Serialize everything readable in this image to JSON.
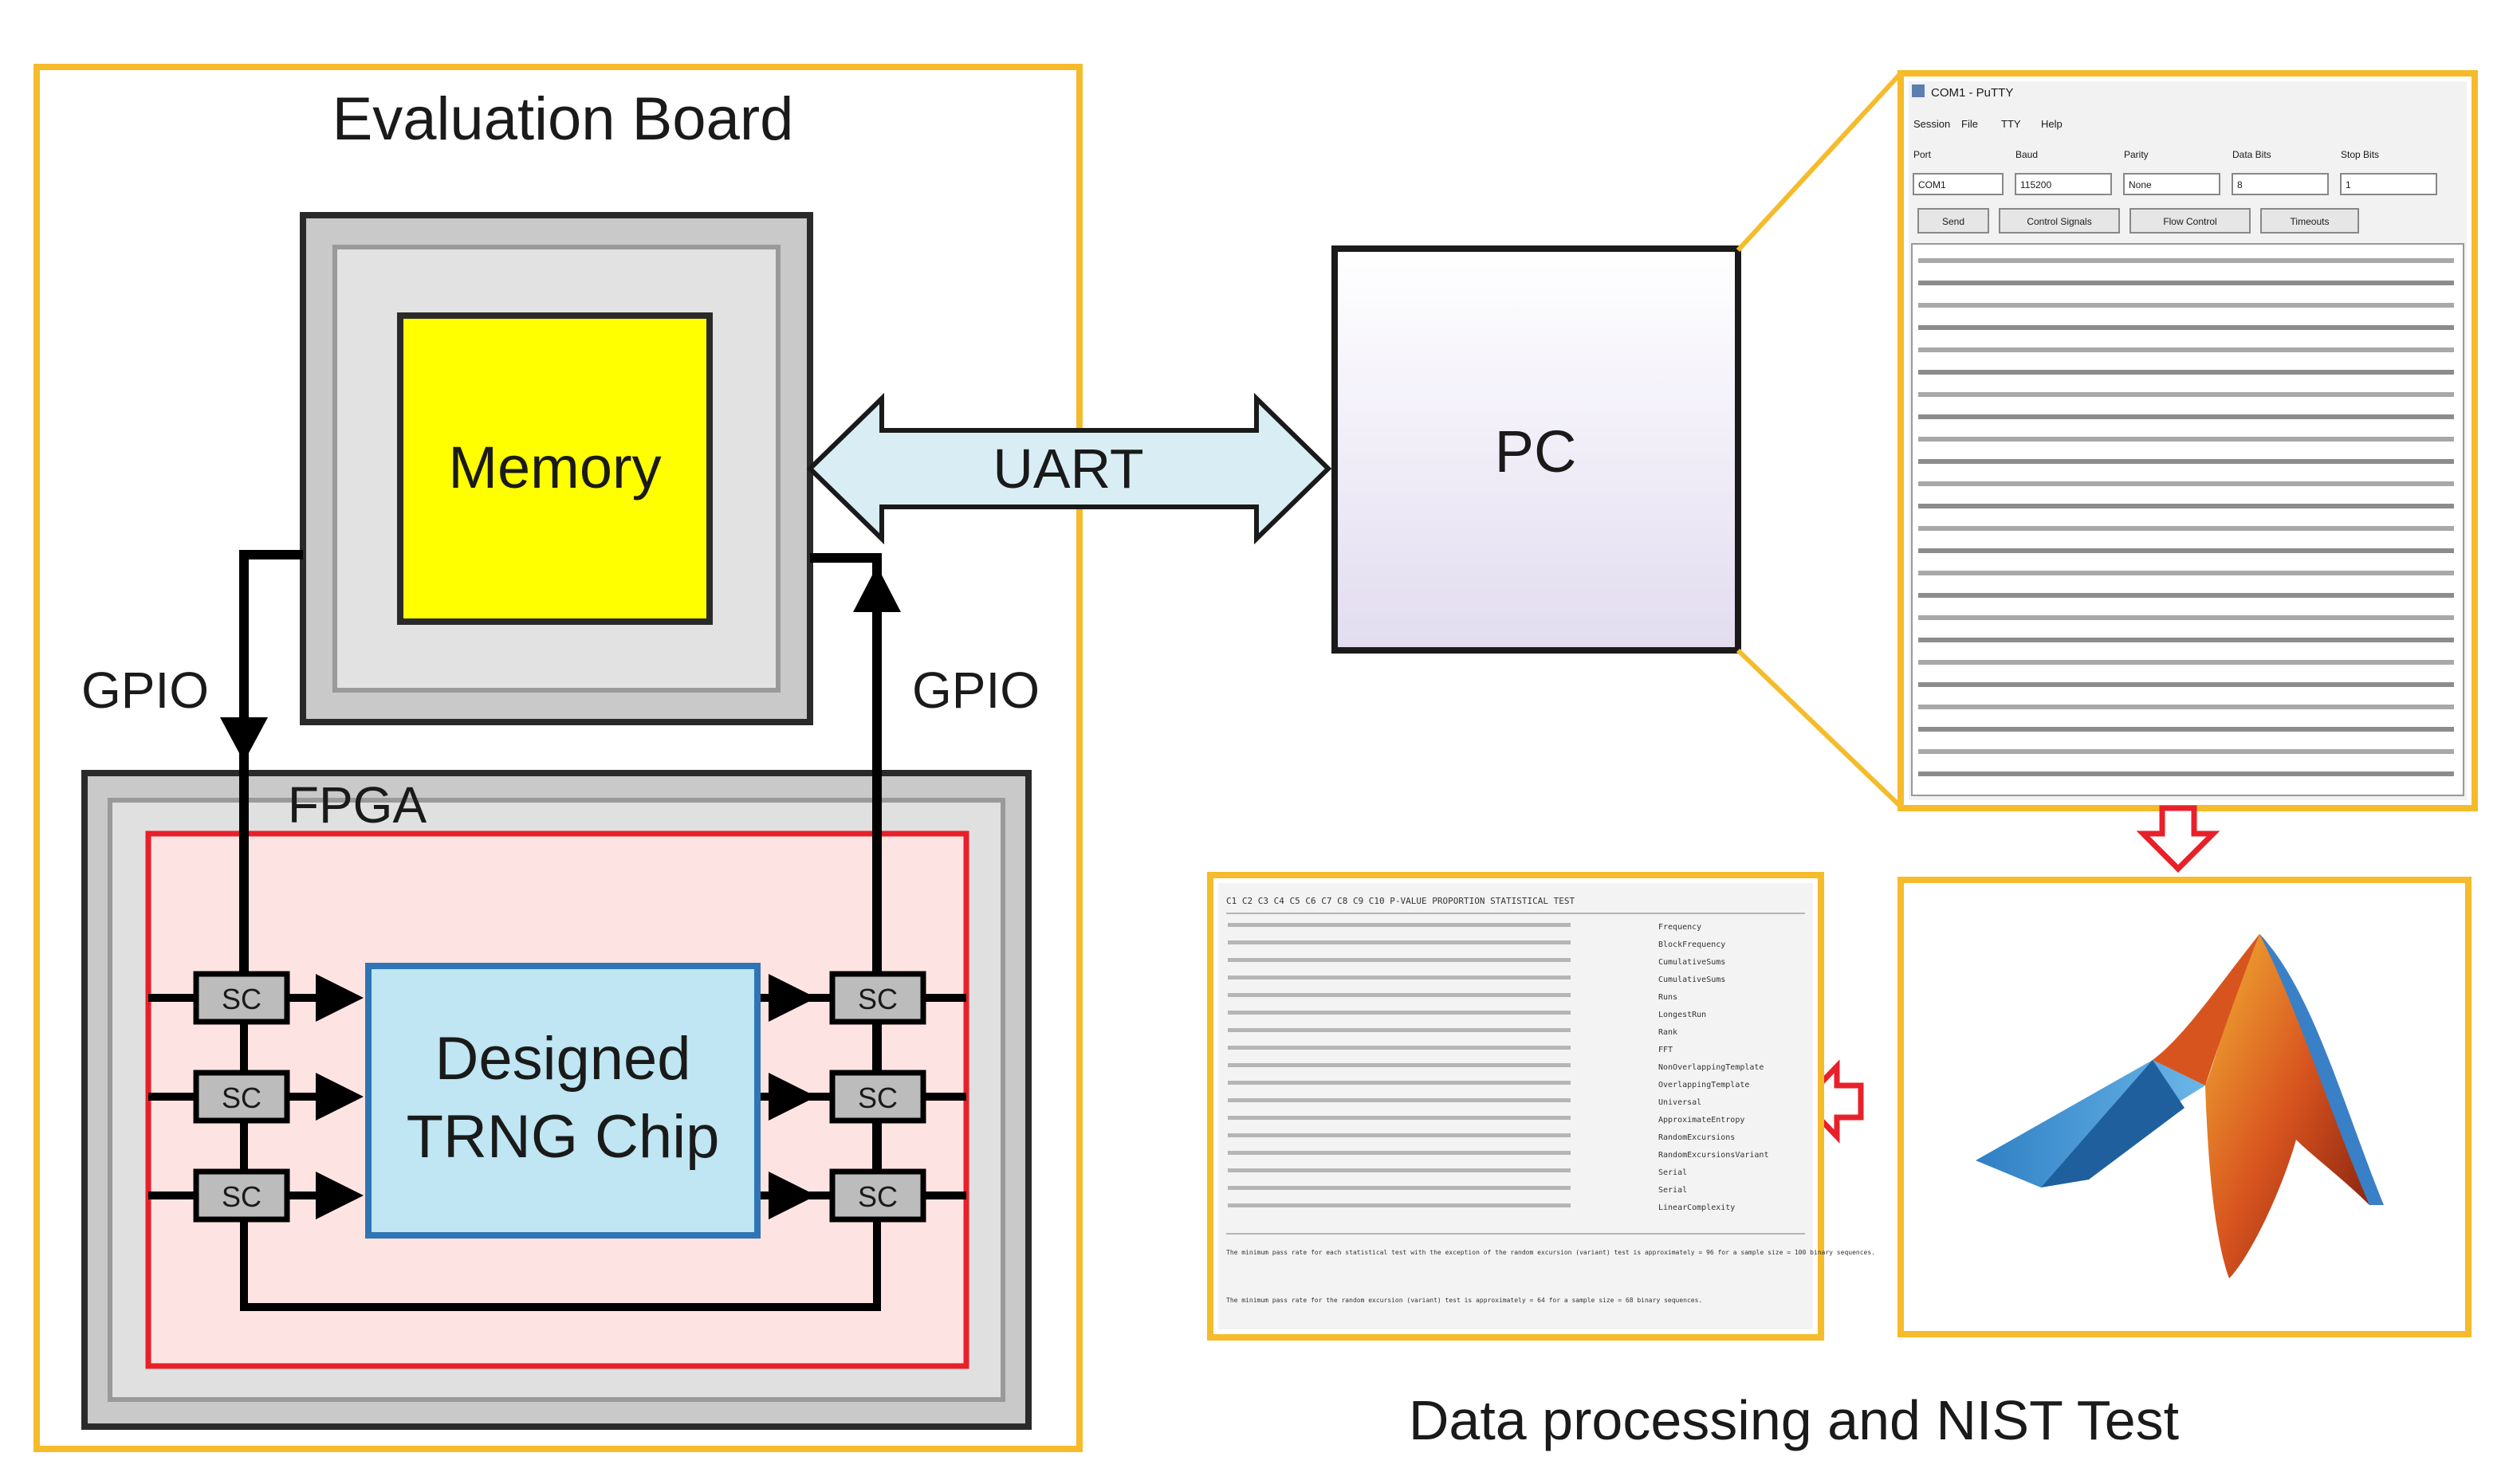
{
  "labels": {
    "evaluation_board": "Evaluation Board",
    "memory": "Memory",
    "uart": "UART",
    "pc": "PC",
    "gpio_left": "GPIO",
    "gpio_right": "GPIO",
    "fpga": "FPGA",
    "trng_line1": "Designed",
    "trng_line2": "TRNG Chip",
    "sc_cell": "SC",
    "footer": "Data processing and NIST Test"
  },
  "terminal": {
    "title": "COM1 - PuTTY",
    "menu": [
      "Session",
      "File",
      "TTY",
      "Help"
    ],
    "fields": [
      "Port",
      "Baud",
      "Parity",
      "Data Bits",
      "Stop Bits"
    ],
    "values": [
      "COM1",
      "115200",
      "None",
      "8",
      "1"
    ],
    "buttons": [
      "Send",
      "Control Signals",
      "Flow Control",
      "Timeouts"
    ]
  },
  "nist_report": {
    "header": "C1  C2  C3  C4  C5  C6  C7  C8  C9  C10  P-VALUE  PROPORTION  STATISTICAL TEST",
    "tests": [
      "Frequency",
      "BlockFrequency",
      "CumulativeSums",
      "CumulativeSums",
      "Runs",
      "LongestRun",
      "Rank",
      "FFT",
      "NonOverlappingTemplate",
      "OverlappingTemplate",
      "Universal",
      "ApproximateEntropy",
      "RandomExcursions",
      "RandomExcursionsVariant",
      "Serial",
      "Serial",
      "LinearComplexity"
    ],
    "footnote_1": "The minimum pass rate for each statistical test with the exception of the random excursion (variant) test is approximately = 96 for a sample size = 100 binary sequences.",
    "footnote_2": "The minimum pass rate for the random excursion (variant) test is approximately = 64 for a sample size = 68 binary sequences."
  },
  "colors": {
    "frame": "#f5bb2a",
    "board_red": "#e8202a",
    "fpga_fill": "#fde4e2",
    "memory_yellow": "#ffff00",
    "trng_blue": "#bfe6f2",
    "uart_arrow": "#d9eef4",
    "process_arrow": "#e8202a"
  },
  "icons": {
    "matlab": "matlab-logo-icon"
  }
}
